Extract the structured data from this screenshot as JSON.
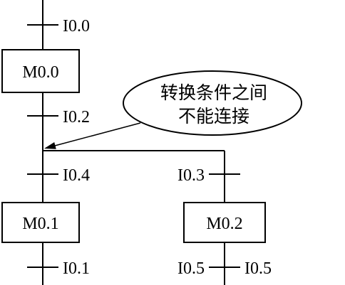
{
  "steps": {
    "m00": "M0.0",
    "m01": "M0.1",
    "m02": "M0.2"
  },
  "transitions": {
    "top": "I0.0",
    "after_m00": "I0.2",
    "left_branch": "I0.4",
    "right_branch": "I0.3",
    "after_m01": "I0.1",
    "after_m02_left": "I0.5",
    "after_m02_right": "I0.5"
  },
  "callout": {
    "lines": [
      "转换条件之间",
      "不能连接"
    ]
  }
}
